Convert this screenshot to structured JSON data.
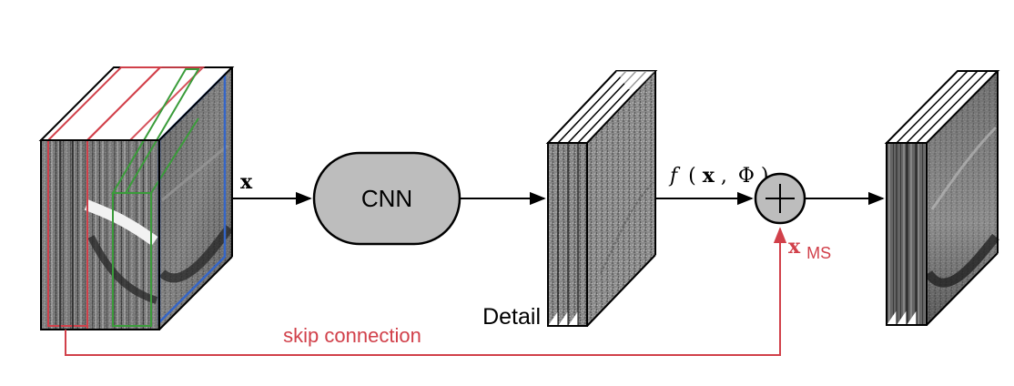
{
  "diagram": {
    "input_label": "x",
    "cnn_label": "CNN",
    "detail_label": "Detail",
    "function_label": {
      "f": "f",
      "open": "(",
      "x": "x",
      "comma": ",",
      "phi": "Φ",
      "close": ")"
    },
    "sum_symbol": "+",
    "ms_label": {
      "x": "x",
      "sub": "MS"
    },
    "skip_label": "skip connection",
    "colors": {
      "stroke": "#000000",
      "skip": "#d1404a",
      "red_band": "#d1404a",
      "green_band": "#3a9c3a",
      "blue_band": "#3566c8",
      "cnn_fill": "#bdbdbd",
      "sum_fill": "#bdbdbd"
    },
    "icons": [
      "input-image-stack",
      "detail-cube",
      "output-image-stack",
      "arrow-icon",
      "sum-icon"
    ]
  }
}
